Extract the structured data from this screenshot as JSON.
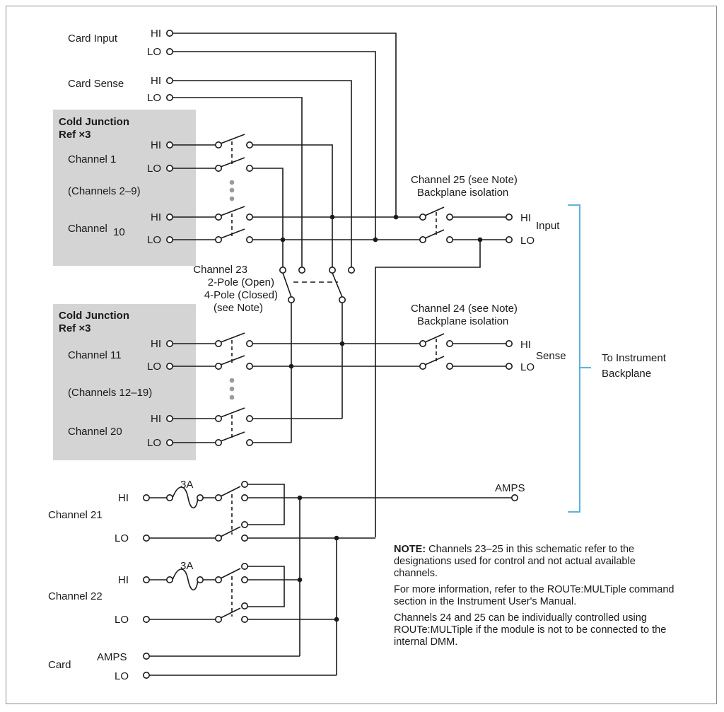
{
  "labels": {
    "card_input": "Card Input",
    "card_sense": "Card Sense",
    "cj_ref_1a": "Cold Junction",
    "cj_ref_1b": "Ref ×3",
    "cj_ref_2a": "Cold Junction",
    "cj_ref_2b": "Ref ×3",
    "ch1": "Channel 1",
    "ch2_9": "(Channels 2–9)",
    "ch10_a": "Channel",
    "ch10_b": "10",
    "ch11": "Channel 11",
    "ch12_19": "(Channels 12–19)",
    "ch20": "Channel 20",
    "ch21": "Channel 21",
    "ch22": "Channel 22",
    "card": "Card",
    "ch23_a": "Channel 23",
    "ch23_b": "2-Pole (Open)",
    "ch23_c": "4-Pole (Closed)",
    "ch23_d": "(see Note)",
    "ch25_a": "Channel 25 (see Note)",
    "ch25_b": "Backplane isolation",
    "ch24_a": "Channel 24 (see Note)",
    "ch24_b": "Backplane isolation",
    "input": "Input",
    "sense": "Sense",
    "to_instr_a": "To Instrument",
    "to_instr_b": "Backplane",
    "amps": "AMPS",
    "amps_in": "AMPS",
    "fuse": "3A",
    "hi": "HI",
    "lo": "LO"
  },
  "note": {
    "heading": "NOTE:",
    "p1": "Channels 23–25 in this schematic refer to the designations used for control and not actual available channels.",
    "p2": "For more information, refer to the ROUTe:MULTiple command section in the Instrument User's Manual.",
    "p3": "Channels 24 and 25 can be individually controlled using ROUTe:MULTiple if the module is not to be connected to the internal DMM."
  },
  "colors": {
    "wire": "#1a1a1a",
    "shade": "#d4d4d4",
    "bracket": "#4aaad6",
    "dots": "#9a9a9a"
  }
}
